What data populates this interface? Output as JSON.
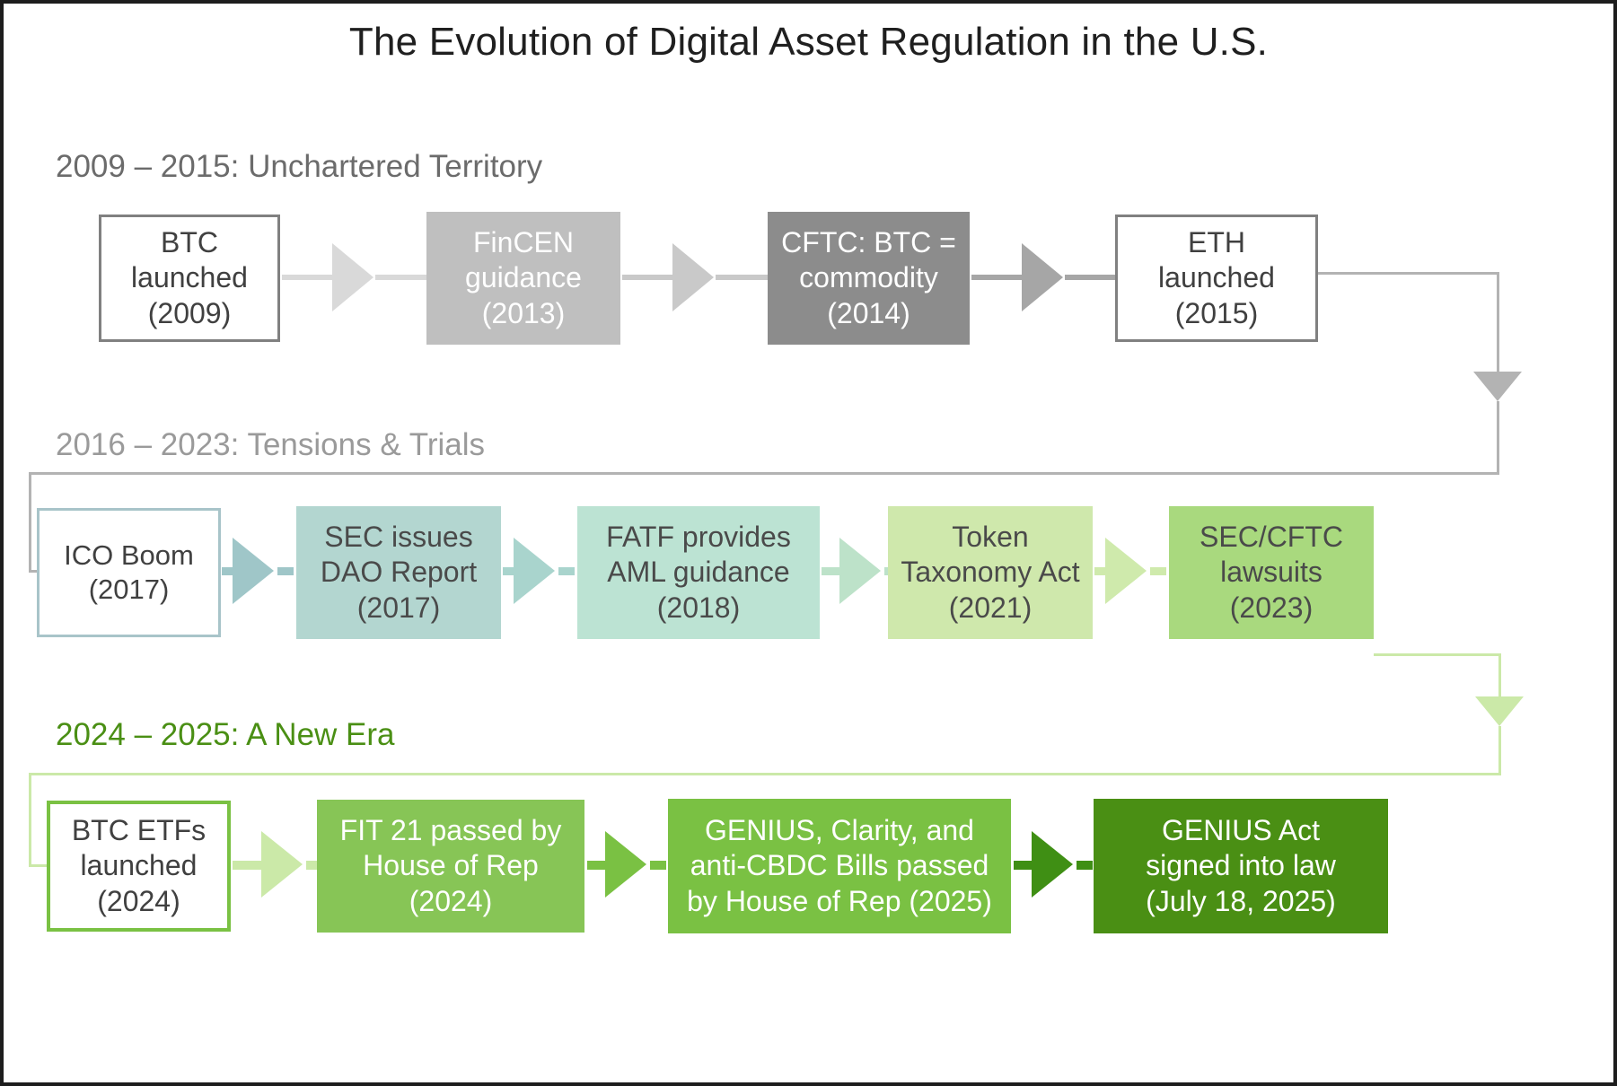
{
  "page": {
    "title": "The Evolution of Digital Asset Regulation in the U.S."
  },
  "colors": {
    "title_text": "#1f1f1f",
    "era1_header": "#6b6b6b",
    "era2_header": "#9a9a9a",
    "era3_header": "#4a8f14",
    "gray_light": "#d9d9d9",
    "gray_mid": "#bfbfbf",
    "gray_dark": "#a6a6a6",
    "gray_border": "#808080",
    "teal_light": "#b7d7d3",
    "teal_mid": "#a9d4cd",
    "teal_pale": "#b9e0d3",
    "green_pale": "#cfe6a8",
    "green_mid": "#a9d47f",
    "green_strong": "#7ac143",
    "green_dark": "#3f8f14"
  },
  "eras": [
    {
      "id": "era-1",
      "header": "2009 – 2015: Unchartered Territory",
      "nodes": [
        {
          "lines": [
            "BTC",
            "launched",
            "(2009)"
          ],
          "fill": "#ffffff",
          "border": "#808080",
          "text": "#404040"
        },
        {
          "lines": [
            "FinCEN",
            "guidance",
            "(2013)"
          ],
          "fill": "#bfbfbf",
          "border": "none",
          "text": "#ffffff"
        },
        {
          "lines": [
            "CFTC: BTC =",
            "commodity",
            "(2014)"
          ],
          "fill": "#8c8c8c",
          "border": "none",
          "text": "#ffffff"
        },
        {
          "lines": [
            "ETH",
            "launched",
            "(2015)"
          ],
          "fill": "#ffffff",
          "border": "#808080",
          "text": "#404040"
        }
      ],
      "arrows": [
        "#d9d9d9",
        "#c4c4c4",
        "#a6a6a6"
      ]
    },
    {
      "id": "era-2",
      "header": "2016 – 2023: Tensions & Trials",
      "nodes": [
        {
          "lines": [
            "ICO Boom",
            "(2017)"
          ],
          "fill": "#ffffff",
          "border": "#a8c4c9",
          "text": "#404040"
        },
        {
          "lines": [
            "SEC issues",
            "DAO Report",
            "(2017)"
          ],
          "fill": "#b3d6d0",
          "border": "none",
          "text": "#4a4a4a"
        },
        {
          "lines": [
            "FATF provides",
            "AML guidance",
            "(2018)"
          ],
          "fill": "#bce3d3",
          "border": "none",
          "text": "#4a4a4a"
        },
        {
          "lines": [
            "Token",
            "Taxonomy Act",
            "(2021)"
          ],
          "fill": "#cfe8ac",
          "border": "none",
          "text": "#4a4a4a"
        },
        {
          "lines": [
            "SEC/CFTC",
            "lawsuits",
            "(2023)"
          ],
          "fill": "#a9d97e",
          "border": "none",
          "text": "#4a4a4a"
        }
      ],
      "arrows": [
        "#9fc6c8",
        "#a9d4cd",
        "#bde2c9",
        "#cfeaac"
      ]
    },
    {
      "id": "era-3",
      "header": "2024 – 2025: A New Era",
      "nodes": [
        {
          "lines": [
            "BTC ETFs",
            "launched",
            "(2024)"
          ],
          "fill": "#ffffff",
          "border": "#7ac143",
          "text": "#404040"
        },
        {
          "lines": [
            "FIT 21 passed by",
            "House of Rep",
            "(2024)"
          ],
          "fill": "#87c556",
          "border": "none",
          "text": "#ffffff"
        },
        {
          "lines": [
            "GENIUS, Clarity, and",
            "anti-CBDC Bills passed",
            "by House of Rep (2025)"
          ],
          "fill": "#7ac143",
          "border": "none",
          "text": "#ffffff"
        },
        {
          "lines": [
            "GENIUS Act",
            "signed into law",
            "(July 18, 2025)"
          ],
          "fill": "#4a8f14",
          "border": "none",
          "text": "#ffffff"
        }
      ],
      "arrows": [
        "#cbe9a8",
        "#7ac143",
        "#3f8f14"
      ]
    }
  ],
  "wraps": [
    {
      "id": "wrap-1-to-2",
      "color": "#b3b3b3",
      "from": "ETH launched (2015)",
      "to": "ICO Boom (2017)"
    },
    {
      "id": "wrap-2-to-3",
      "color": "#cbe9a8",
      "from": "SEC/CFTC lawsuits (2023)",
      "to": "BTC ETFs launched (2024)"
    }
  ],
  "chart_data": {
    "type": "table",
    "title": "The Evolution of Digital Asset Regulation in the U.S.",
    "rows": [
      {
        "era": "2009 – 2015: Unchartered Territory",
        "events": [
          "BTC launched (2009)",
          "FinCEN guidance (2013)",
          "CFTC: BTC = commodity (2014)",
          "ETH launched (2015)"
        ]
      },
      {
        "era": "2016 – 2023: Tensions & Trials",
        "events": [
          "ICO Boom (2017)",
          "SEC issues DAO Report (2017)",
          "FATF provides AML guidance (2018)",
          "Token Taxonomy Act (2021)",
          "SEC/CFTC lawsuits (2023)"
        ]
      },
      {
        "era": "2024 – 2025: A New Era",
        "events": [
          "BTC ETFs launched (2024)",
          "FIT 21 passed by House of Rep (2024)",
          "GENIUS, Clarity, and anti-CBDC Bills passed by House of Rep (2025)",
          "GENIUS Act signed into law (July 18, 2025)"
        ]
      }
    ]
  }
}
